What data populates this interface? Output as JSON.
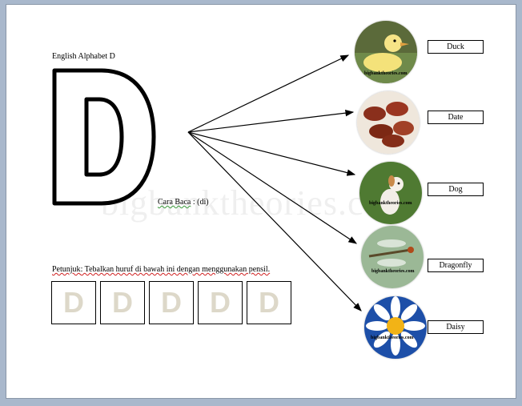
{
  "document": {
    "title": "English Alphabet D",
    "big_letter": "D",
    "watermark": "bigbanktheories.com",
    "cara_baca_label": "Cara Baca",
    "cara_baca_value": ": (di)",
    "instruction_label": "Petunjuk",
    "instruction_text": ": Tebalkan huruf di bawah ini dengan menggunakan pensil.",
    "trace_letters": [
      "D",
      "D",
      "D",
      "D",
      "D"
    ]
  },
  "items": [
    {
      "label": "Duck",
      "image": "duck-photo"
    },
    {
      "label": "Date",
      "image": "dates-photo"
    },
    {
      "label": "Dog",
      "image": "dog-photo"
    },
    {
      "label": "Dragonfly",
      "image": "dragonfly-photo"
    },
    {
      "label": "Daisy",
      "image": "daisy-photo"
    }
  ],
  "image_caption": "bigbanktheories.com",
  "colors": {
    "window_background": "#a9b8cc",
    "page": "#ffffff",
    "trace_letter": "#ddd8c9",
    "spell_squiggle": "#d02020",
    "grammar_squiggle": "#3a9a3a"
  }
}
